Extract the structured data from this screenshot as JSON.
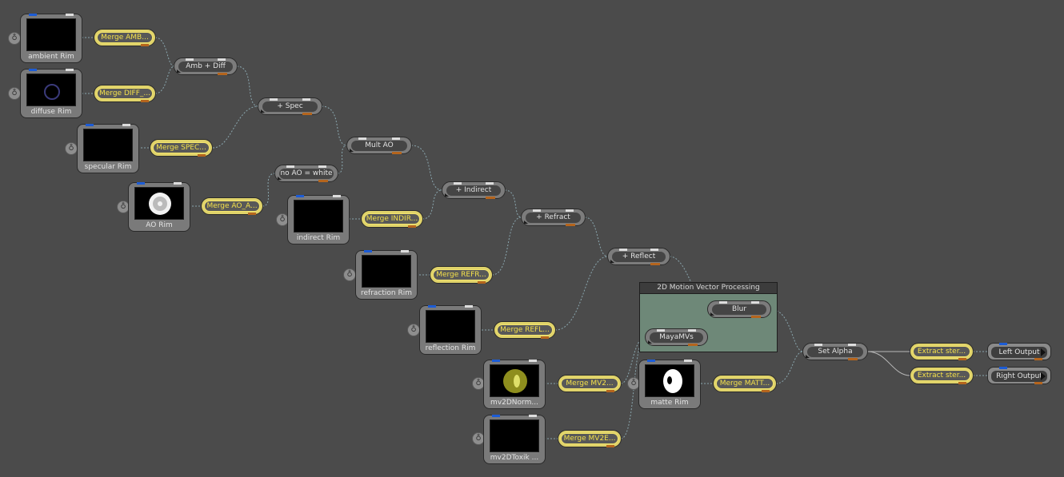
{
  "group": {
    "title": "2D Motion Vector Processing"
  },
  "readers": {
    "ambient": "ambient Rim",
    "diffuse": "diffuse Rim",
    "specular": "specular Rim",
    "ao": "AO Rim",
    "indirect": "indirect Rim",
    "refraction": "refraction Rim",
    "reflection": "reflection Rim",
    "mv2dnorm": "mv2DNorm...",
    "mv2dtoxik": "mv2DToxik ...",
    "matte": "matte Rim"
  },
  "merges": {
    "amb": "Merge AMB...",
    "diff": "Merge DIFF_...",
    "spec": "Merge SPEC...",
    "ao": "Merge AO_A...",
    "indir": "Merge INDIR...",
    "refr": "Merge REFR...",
    "refl": "Merge REFL...",
    "mv2a": "Merge MV2...",
    "mv2b": "Merge MV2E...",
    "matt": "Merge MATT...",
    "extract_left": "Extract ster...",
    "extract_right": "Extract ster..."
  },
  "ops": {
    "amb_diff": "Amb + Diff",
    "spec": "+ Spec",
    "no_ao": "no AO = white",
    "mult_ao": "Mult AO",
    "indirect": "+ Indirect",
    "refract": "+ Refract",
    "reflect": "+ Reflect",
    "blur": "Blur",
    "mayamvs": "MayaMVs",
    "set_alpha": "Set Alpha"
  },
  "outputs": {
    "left": "Left Output",
    "right": "Right Output"
  },
  "icons": {
    "reader": "reader-chair-icon"
  },
  "colors": {
    "background": "#4b4b4b",
    "merge_fill": "#e0d36a",
    "merge_text": "#f3e04b",
    "group_fill": "#6e8878",
    "wire": "#8aa6ae",
    "port_out": "#b5651d",
    "port_in": "#1c5cd6"
  }
}
